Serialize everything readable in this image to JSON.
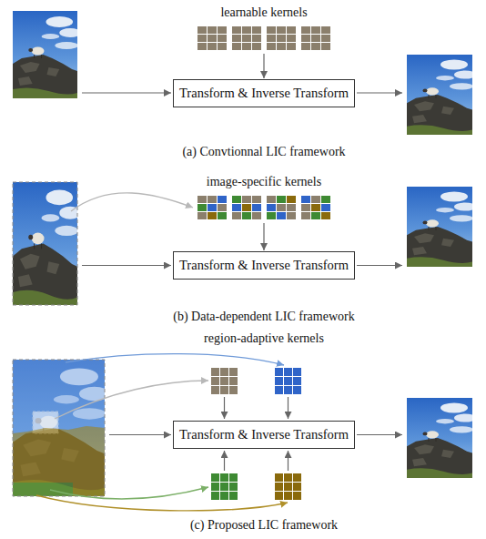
{
  "diagram": {
    "nodes": [
      {
        "text": [
          "learnable kernels"
        ]
      },
      {
        "text": [
          "Transform & Inverse Transform"
        ]
      },
      {
        "text": [
          "image-specific kernels"
        ]
      },
      {
        "text": [
          "Transform & Inverse Transform"
        ]
      },
      {
        "text": [
          "Transform & Inverse Transform"
        ]
      }
    ],
    "edges": [
      {
        "from": 0,
        "to": 1,
        "arrow": "to"
      },
      {
        "from": 2,
        "to": 3,
        "arrow": "to"
      }
    ],
    "labels": [
      "(a) Convtionnal LIC framework",
      "(b) Data-dependent LIC framework",
      "region-adaptive kernels",
      "(c) Proposed LIC framework"
    ]
  }
}
